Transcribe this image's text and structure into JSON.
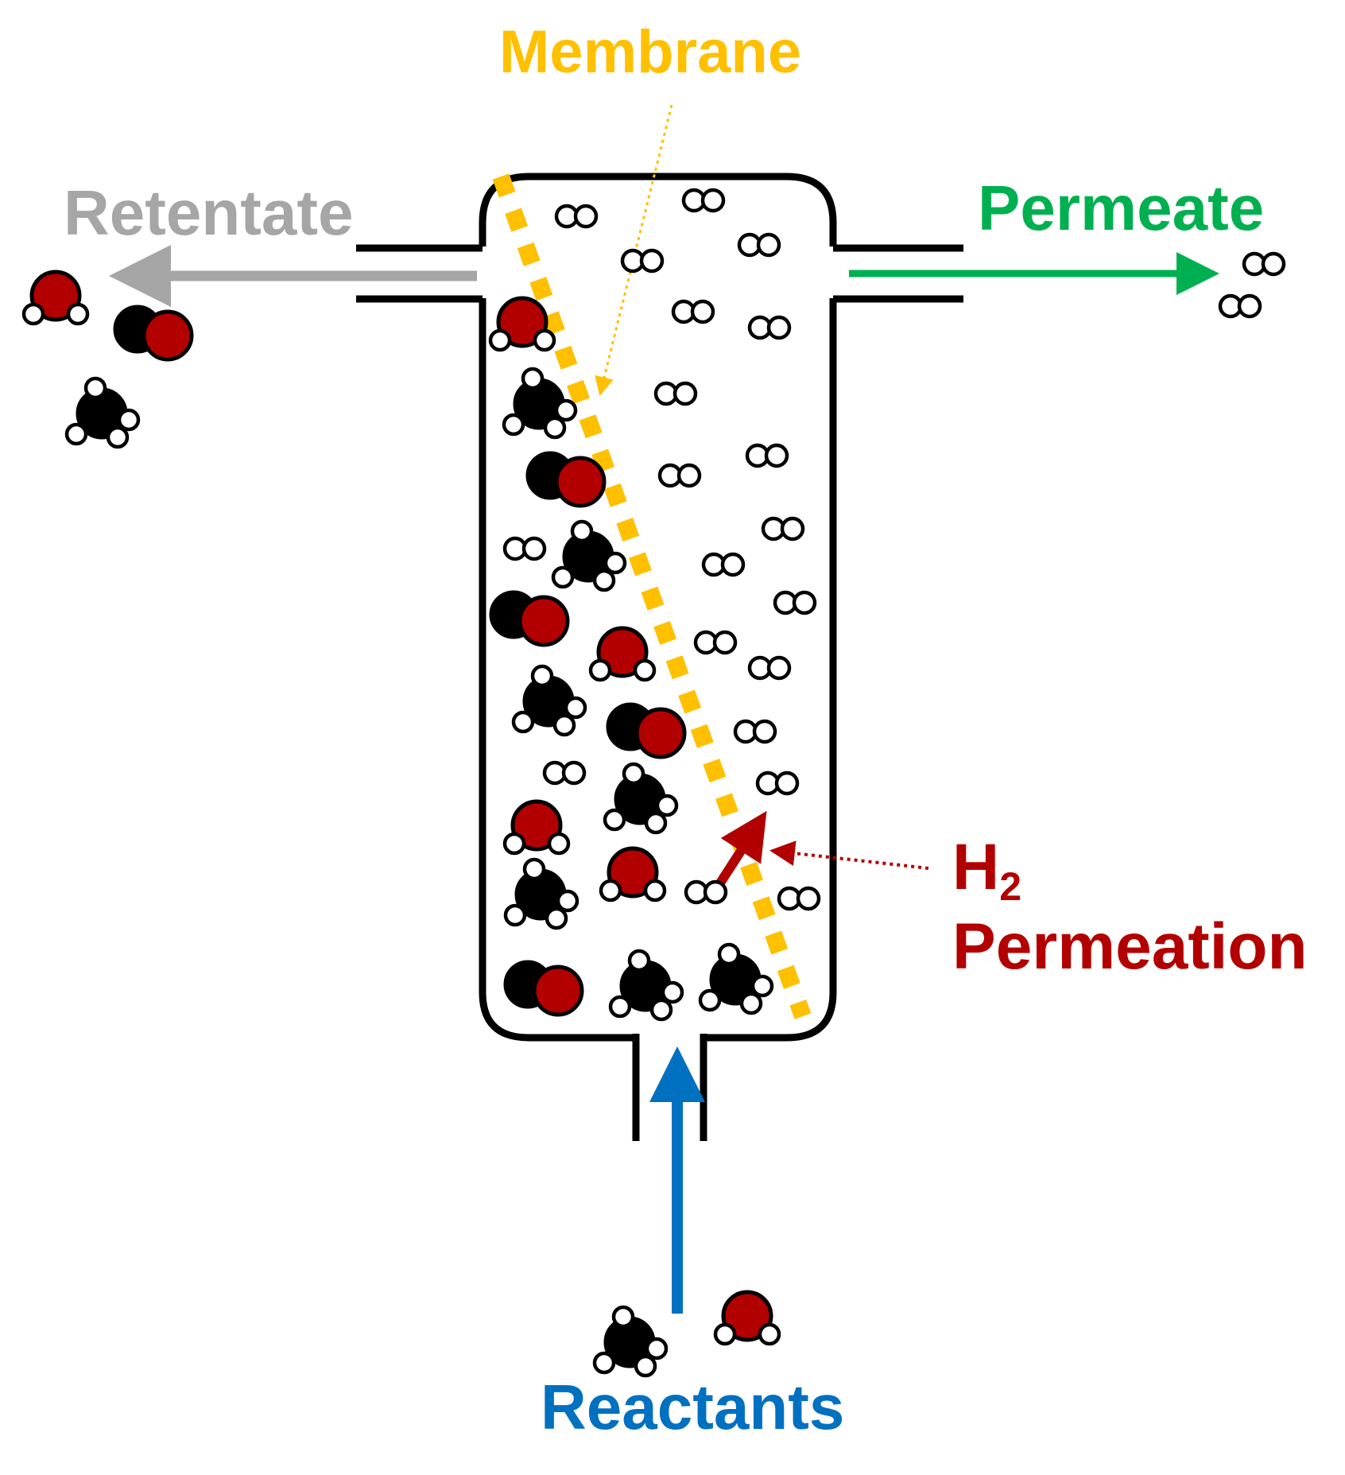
{
  "labels": {
    "membrane": "Membrane",
    "retentate": "Retentate",
    "permeate": "Permeate",
    "h2_main": "H",
    "h2_sub": "2",
    "permeation": "Permeation",
    "reactants": "Reactants"
  },
  "colors": {
    "membrane": "#FFC000",
    "retentate": "#A6A6A6",
    "permeate": "#00B050",
    "h2_permeation": "#B20000",
    "reactants": "#0070C0",
    "outline": "#000000",
    "oxygen": "#B20000",
    "carbon": "#000000",
    "hydrogen": "#FFFFFF"
  },
  "molecule_types": [
    "H2",
    "H2O",
    "CO",
    "CH4"
  ]
}
